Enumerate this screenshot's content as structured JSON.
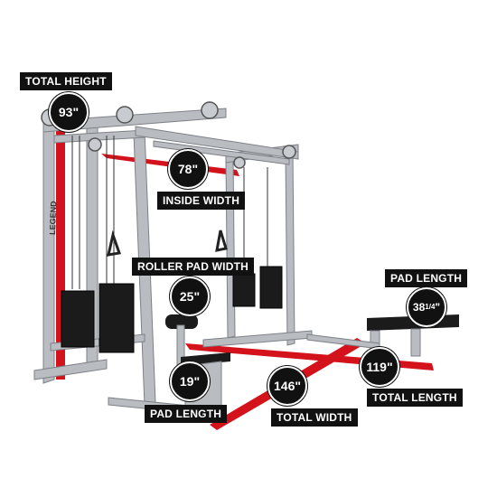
{
  "labels": {
    "total_height": "TOTAL HEIGHT",
    "inside_width": "INSIDE WIDTH",
    "roller_pad_width": "ROLLER PAD WIDTH",
    "pad_length_bench": "PAD LENGTH",
    "pad_length_seat": "PAD LENGTH",
    "total_width": "TOTAL WIDTH",
    "total_length": "TOTAL LENGTH"
  },
  "values": {
    "total_height": "93\"",
    "inside_width": "78\"",
    "roller_pad_width": "25\"",
    "pad_length_bench": "38",
    "pad_length_bench_frac": "1/4",
    "pad_length_bench_unit": "\"",
    "pad_length_seat": "19\"",
    "total_width": "146\"",
    "total_length": "119\""
  },
  "brand": "LEGEND",
  "colors": {
    "frame": "#b9bcc0",
    "frame_dark": "#7d8187",
    "accent": "#d4121c",
    "stack": "#1b1b1b"
  }
}
